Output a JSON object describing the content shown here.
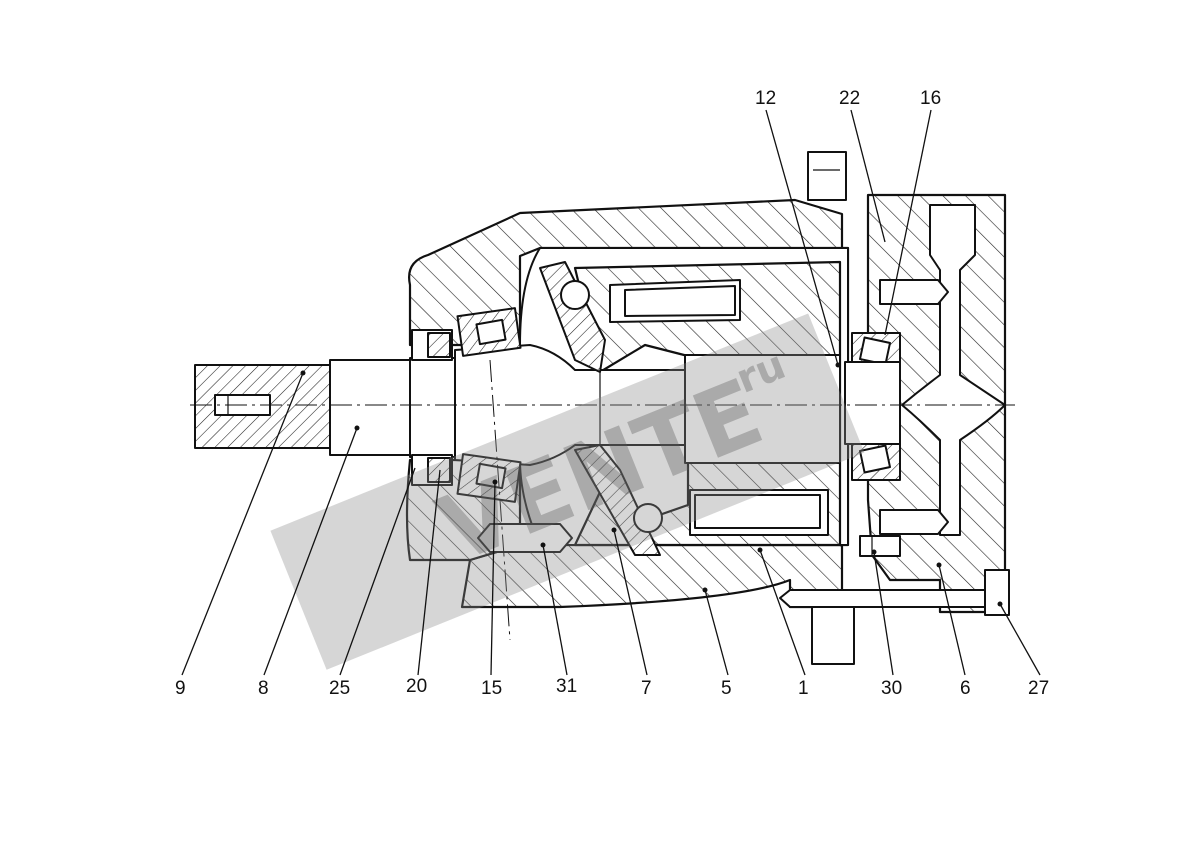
{
  "diagram": {
    "callouts": [
      {
        "id": "12",
        "label": "12"
      },
      {
        "id": "22",
        "label": "22"
      },
      {
        "id": "16",
        "label": "16"
      },
      {
        "id": "9",
        "label": "9"
      },
      {
        "id": "8",
        "label": "8"
      },
      {
        "id": "25",
        "label": "25"
      },
      {
        "id": "20",
        "label": "20"
      },
      {
        "id": "15",
        "label": "15"
      },
      {
        "id": "31",
        "label": "31"
      },
      {
        "id": "7",
        "label": "7"
      },
      {
        "id": "5",
        "label": "5"
      },
      {
        "id": "1",
        "label": "1"
      },
      {
        "id": "30",
        "label": "30"
      },
      {
        "id": "6",
        "label": "6"
      },
      {
        "id": "27",
        "label": "27"
      }
    ],
    "watermark": {
      "text": "VENTE",
      "domain": "ru"
    }
  }
}
